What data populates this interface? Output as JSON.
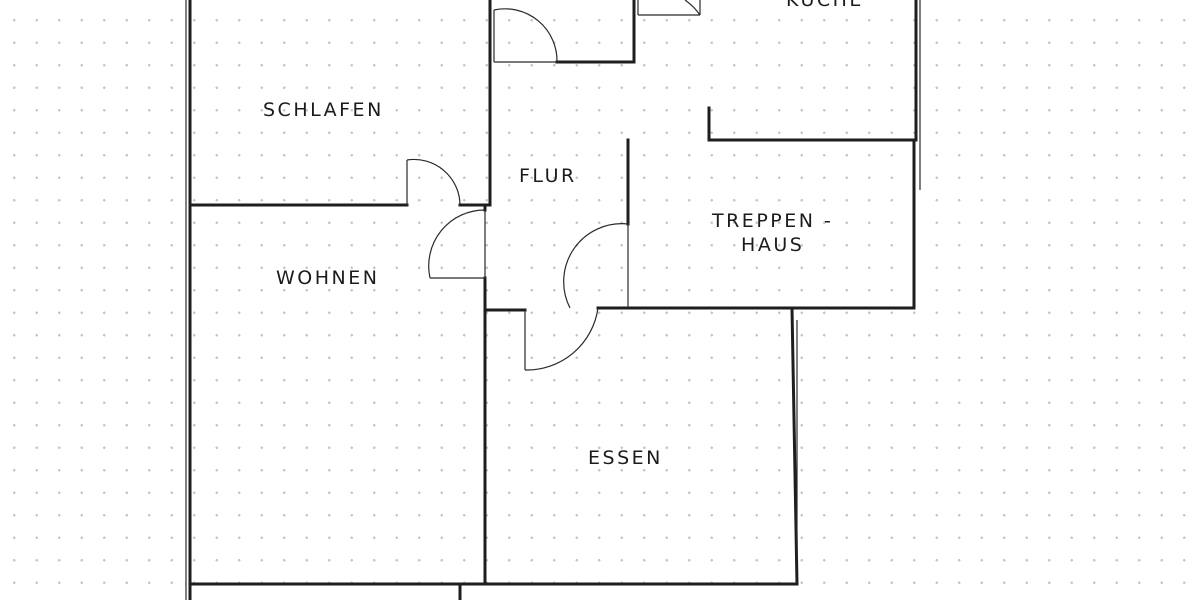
{
  "rooms": {
    "schlafen": "SCHLAFEN",
    "wohnen": "WOHNEN",
    "flur": "FLUR",
    "treppenhaus_line1": "TREPPEN -",
    "treppenhaus_line2": "HAUS",
    "essen": "ESSEN",
    "kueche": "KÜCHE"
  },
  "colors": {
    "wall": "#1e1e1e",
    "grid_dot": "#c4c4c4",
    "background": "#ffffff"
  }
}
